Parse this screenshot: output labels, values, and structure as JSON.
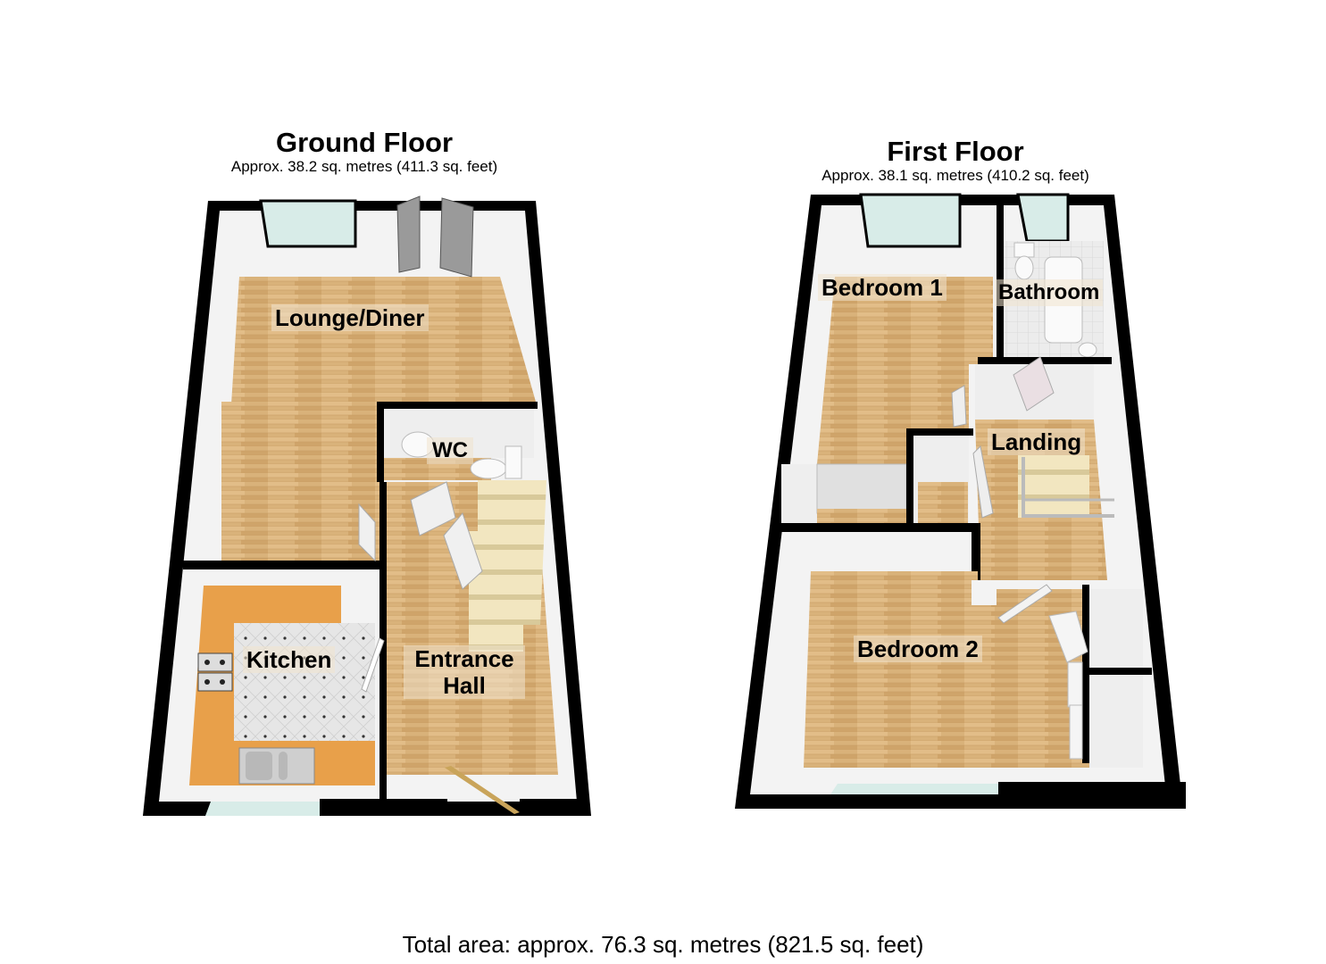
{
  "ground_floor": {
    "title": "Ground Floor",
    "area": "Approx. 38.2 sq. metres (411.3 sq. feet)",
    "rooms": [
      {
        "name": "Lounge/Diner"
      },
      {
        "name": "WC"
      },
      {
        "name": "Kitchen"
      },
      {
        "name": "Entrance Hall",
        "line1": "Entrance",
        "line2": "Hall"
      }
    ]
  },
  "first_floor": {
    "title": "First Floor",
    "area": "Approx. 38.1 sq. metres (410.2 sq. feet)",
    "rooms": [
      {
        "name": "Bedroom 1"
      },
      {
        "name": "Bathroom"
      },
      {
        "name": "Landing"
      },
      {
        "name": "Bedroom 2"
      }
    ]
  },
  "total_area": "Total area: approx. 76.3 sq. metres (821.5 sq. feet)",
  "colors": {
    "wall": "#000000",
    "wall_face": "#f2f2f2",
    "wood_floor": "#d9b27a",
    "kitchen_counter": "#e8a04a",
    "tile_floor": "#e4e4e4",
    "window_glass": "#d8ece8",
    "stairs": "#f2e6c0"
  }
}
